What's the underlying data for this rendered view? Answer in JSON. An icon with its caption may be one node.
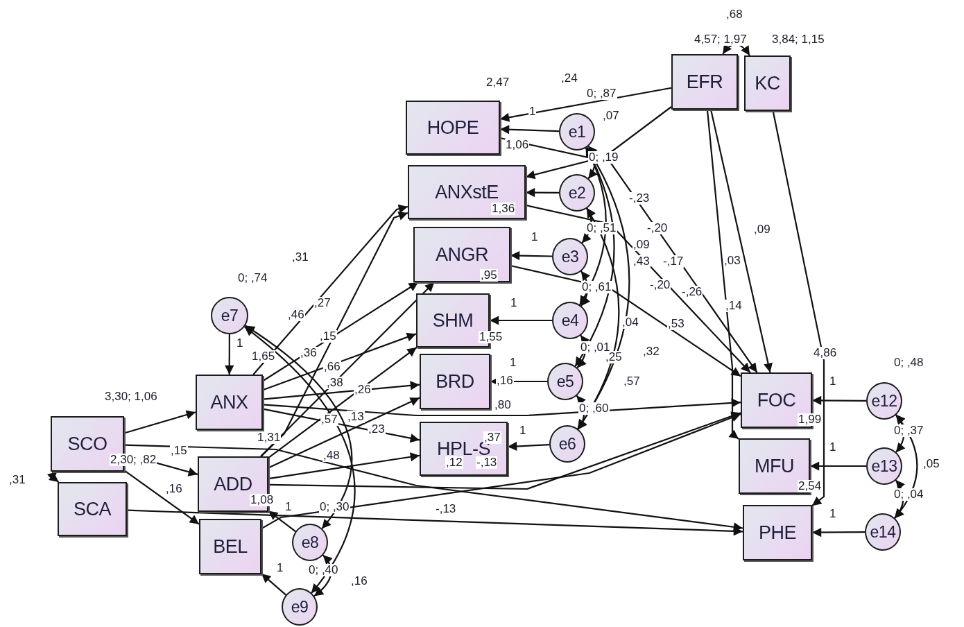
{
  "diagram": {
    "nodes": [
      {
        "text": [
          "HOPE"
        ]
      },
      {
        "text": [
          "ANXstE"
        ]
      },
      {
        "text": [
          "ANGR"
        ]
      },
      {
        "text": [
          "SHM"
        ]
      },
      {
        "text": [
          "BRD"
        ]
      },
      {
        "text": [
          "HPL-S"
        ]
      },
      {
        "text": [
          "EFR"
        ]
      },
      {
        "text": [
          "KC"
        ]
      },
      {
        "text": [
          "e1"
        ]
      },
      {
        "text": [
          "e2"
        ]
      },
      {
        "text": [
          "e3"
        ]
      },
      {
        "text": [
          "e4"
        ]
      },
      {
        "text": [
          "e5"
        ]
      },
      {
        "text": [
          "e6"
        ]
      },
      {
        "text": [
          "e7"
        ]
      },
      {
        "text": [
          "ANX"
        ]
      },
      {
        "text": [
          "SCO"
        ]
      },
      {
        "text": [
          "SCA"
        ]
      },
      {
        "text": [
          "ADD"
        ]
      },
      {
        "text": [
          "BEL"
        ]
      },
      {
        "text": [
          "e8"
        ]
      },
      {
        "text": [
          "e9"
        ]
      },
      {
        "text": [
          "FOC"
        ]
      },
      {
        "text": [
          "MFU"
        ]
      },
      {
        "text": [
          "PHE"
        ]
      },
      {
        "text": [
          "e12"
        ]
      },
      {
        "text": [
          "e13"
        ]
      },
      {
        "text": [
          "e14"
        ]
      }
    ],
    "edges": [
      {
        "from": 6,
        "to": 0,
        "arrow": "to"
      },
      {
        "from": 6,
        "to": 1,
        "arrow": "to"
      },
      {
        "from": 6,
        "to": 22,
        "arrow": "to"
      },
      {
        "from": 6,
        "to": 23,
        "arrow": "to"
      },
      {
        "from": 7,
        "to": 24,
        "arrow": "to"
      },
      {
        "from": 6,
        "to": 7,
        "arrow": "both"
      },
      {
        "from": 8,
        "to": 0,
        "arrow": "to"
      },
      {
        "from": 9,
        "to": 1,
        "arrow": "to"
      },
      {
        "from": 10,
        "to": 2,
        "arrow": "to"
      },
      {
        "from": 11,
        "to": 3,
        "arrow": "to"
      },
      {
        "from": 12,
        "to": 4,
        "arrow": "to"
      },
      {
        "from": 13,
        "to": 5,
        "arrow": "to"
      },
      {
        "from": 14,
        "to": 15,
        "arrow": "to"
      },
      {
        "from": 20,
        "to": 18,
        "arrow": "to"
      },
      {
        "from": 21,
        "to": 19,
        "arrow": "to"
      },
      {
        "from": 25,
        "to": 22,
        "arrow": "to"
      },
      {
        "from": 26,
        "to": 23,
        "arrow": "to"
      },
      {
        "from": 27,
        "to": 24,
        "arrow": "to"
      },
      {
        "from": 16,
        "to": 15,
        "arrow": "to"
      },
      {
        "from": 16,
        "to": 18,
        "arrow": "to"
      },
      {
        "from": 16,
        "to": 19,
        "arrow": "to"
      },
      {
        "from": 16,
        "to": 24,
        "arrow": "to"
      },
      {
        "from": 17,
        "to": 24,
        "arrow": "to"
      },
      {
        "from": 16,
        "to": 17,
        "arrow": "both"
      },
      {
        "from": 15,
        "to": 1,
        "arrow": "to"
      },
      {
        "from": 15,
        "to": 2,
        "arrow": "to"
      },
      {
        "from": 15,
        "to": 3,
        "arrow": "to"
      },
      {
        "from": 15,
        "to": 4,
        "arrow": "to"
      },
      {
        "from": 15,
        "to": 5,
        "arrow": "to"
      },
      {
        "from": 15,
        "to": 22,
        "arrow": "to"
      },
      {
        "from": 18,
        "to": 1,
        "arrow": "to"
      },
      {
        "from": 18,
        "to": 2,
        "arrow": "to"
      },
      {
        "from": 18,
        "to": 3,
        "arrow": "to"
      },
      {
        "from": 18,
        "to": 4,
        "arrow": "to"
      },
      {
        "from": 18,
        "to": 5,
        "arrow": "to"
      },
      {
        "from": 18,
        "to": 22,
        "arrow": "to"
      },
      {
        "from": 19,
        "to": 22,
        "arrow": "to"
      },
      {
        "from": 0,
        "to": 22,
        "arrow": "to"
      },
      {
        "from": 1,
        "to": 22,
        "arrow": "to"
      },
      {
        "from": 2,
        "to": 22,
        "arrow": "to"
      },
      {
        "from": 8,
        "to": 9,
        "arrow": "both"
      },
      {
        "from": 9,
        "to": 10,
        "arrow": "both"
      },
      {
        "from": 10,
        "to": 11,
        "arrow": "both"
      },
      {
        "from": 11,
        "to": 12,
        "arrow": "both"
      },
      {
        "from": 12,
        "to": 13,
        "arrow": "both"
      },
      {
        "from": 8,
        "to": 11,
        "arrow": "both"
      },
      {
        "from": 8,
        "to": 12,
        "arrow": "both"
      },
      {
        "from": 8,
        "to": 13,
        "arrow": "both"
      },
      {
        "from": 9,
        "to": 13,
        "arrow": "both"
      },
      {
        "from": 14,
        "to": 20,
        "arrow": "both"
      },
      {
        "from": 20,
        "to": 21,
        "arrow": "both"
      },
      {
        "from": 25,
        "to": 26,
        "arrow": "both"
      },
      {
        "from": 26,
        "to": 27,
        "arrow": "both"
      },
      {
        "from": 25,
        "to": 27,
        "arrow": "both"
      },
      {
        "from": 14,
        "to": 21,
        "arrow": "both"
      }
    ],
    "labels": [
      ",68",
      "4,57; 1,97",
      "3,84; 1,15",
      "2,47",
      ",24",
      "0; ,87",
      "1",
      ",07",
      "1,06",
      "0; ,19",
      "1,36",
      "1",
      ",95",
      "1",
      "1,55",
      "1",
      ",16",
      ",80",
      ",37",
      "1",
      ",12",
      "-,13",
      "-,23",
      "0; ,51",
      "-,20",
      ",09",
      ",43",
      "-,17",
      "0; ,61",
      "-,20",
      "-,26",
      ",04",
      ",53",
      "0; ,01",
      ",25",
      ",32",
      ",57",
      "0; ,60",
      "0; ,74",
      ",31",
      ",46",
      ",27",
      "1",
      "1,65",
      ",15",
      ",36",
      ",66",
      ",38",
      ",26",
      ",57",
      ",13",
      ",23",
      "1,31",
      ",48",
      "3,30; 1,06",
      ",15",
      "2,30; ,82",
      ",16",
      ",31",
      "1,08",
      "1",
      "0; ,30",
      "-,13",
      "1",
      "0; ,40",
      ",16",
      ",09",
      ",03",
      ",14",
      "4,86",
      "0; ,48",
      "1",
      "1,99",
      "0; ,37",
      "1",
      "2,54",
      ",05",
      "0; ,04",
      "1"
    ]
  }
}
